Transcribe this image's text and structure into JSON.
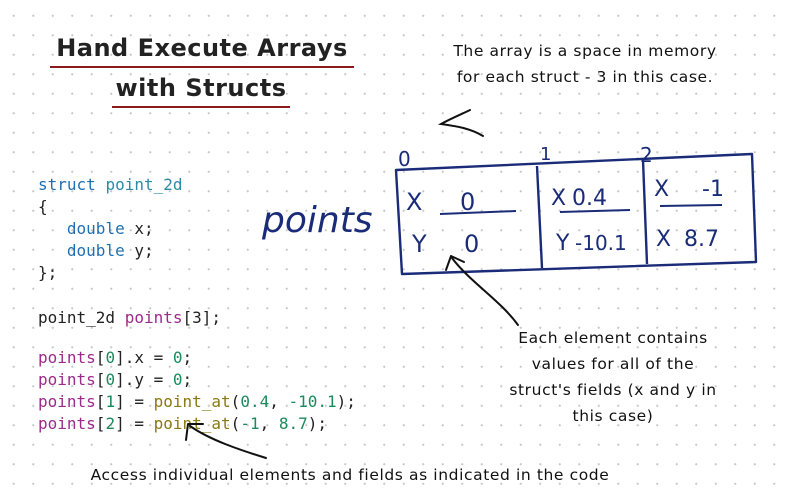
{
  "title": {
    "line1": "Hand Execute Arrays",
    "line2": "with Structs"
  },
  "notes": {
    "array_note": [
      "The array is a space in memory",
      "for each struct - 3 in this case."
    ],
    "element_note": [
      "Each element contains",
      "values for all of the",
      "struct's fields (x and y in",
      "this case)"
    ],
    "access_note": "Access individual elements and fields as indicated in the code"
  },
  "code": {
    "struct_kw": "struct",
    "struct_name": "point_2d",
    "open_brace": "{",
    "field_type": "double",
    "field_x": "x;",
    "field_y": "y;",
    "close_brace": "};",
    "decl_type": "point_2d",
    "decl_var": "points",
    "decl_size": "3",
    "arr": "points",
    "idx0": "0",
    "idx1": "1",
    "idx2": "2",
    "x_val": "0",
    "y_val": "0",
    "fn": "point_at",
    "p1_a": "0.4",
    "p1_b": "-10.1",
    "p2_a": "-1",
    "p2_b": "8.7"
  },
  "handwriting": {
    "label": "points",
    "indices": [
      "0",
      "1",
      "2"
    ],
    "cells": [
      {
        "x_label": "X",
        "x_value": "0",
        "y_label": "Y",
        "y_value": "0"
      },
      {
        "x_label": "X",
        "x_value": "0.4",
        "y_label": "Y",
        "y_value": "-10.1"
      },
      {
        "x_label": "X",
        "x_value": "-1",
        "y_label": "X",
        "y_value": "8.7"
      }
    ]
  }
}
